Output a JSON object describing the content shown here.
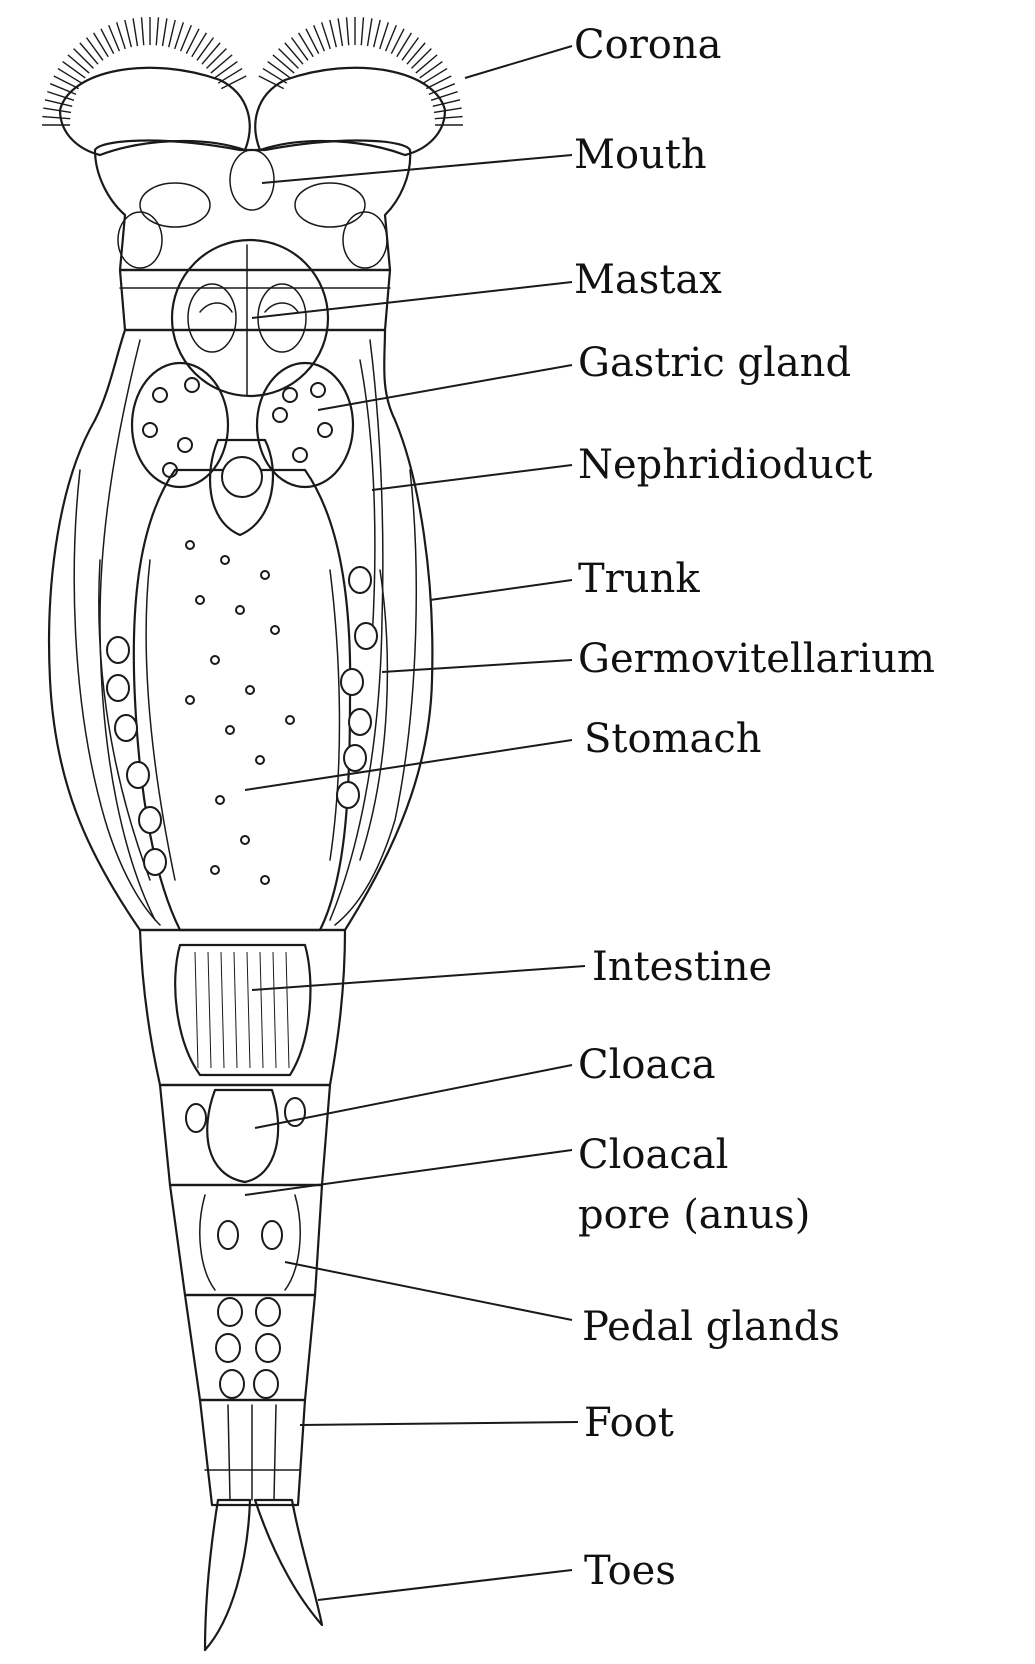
{
  "labels": {
    "corona": "Corona",
    "mouth": "Mouth",
    "mastax": "Mastax",
    "gastric_gland": "Gastric gland",
    "nephridioduct": "Nephridioduct",
    "trunk": "Trunk",
    "germovitellarium": "Germovitellarium",
    "stomach": "Stomach",
    "intestine": "Intestine",
    "cloaca": "Cloaca",
    "cloacal_pore_line1": "Cloacal",
    "cloacal_pore_line2": "pore (anus)",
    "pedal_glands": "Pedal glands",
    "foot": "Foot",
    "toes": "Toes"
  },
  "colors": {
    "ink": "#1a1a1a",
    "background": "#ffffff"
  }
}
